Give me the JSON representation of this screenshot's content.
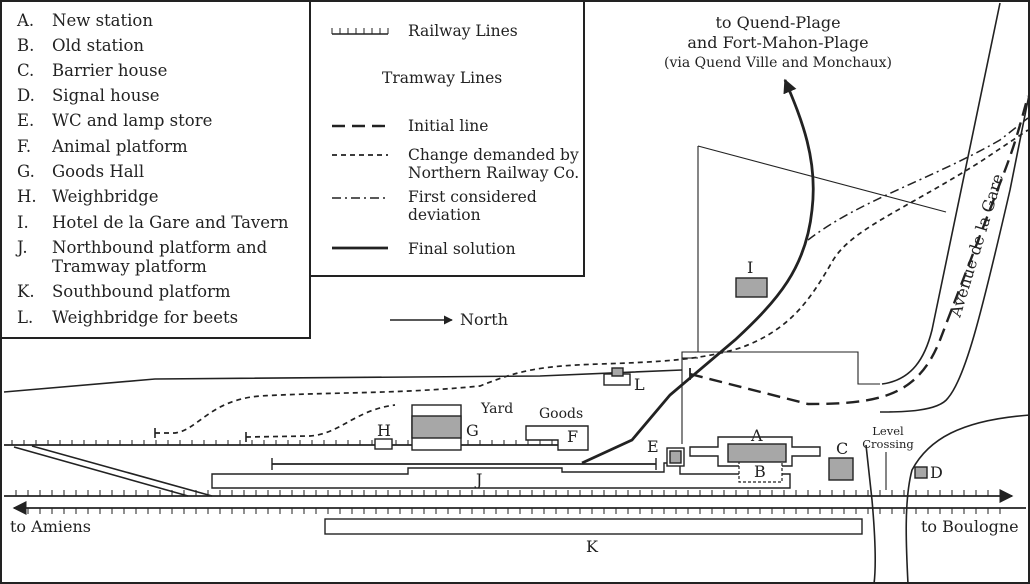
{
  "key": [
    {
      "letter": "A.",
      "text": "New station"
    },
    {
      "letter": "B.",
      "text": "Old station"
    },
    {
      "letter": "C.",
      "text": "Barrier house"
    },
    {
      "letter": "D.",
      "text": "Signal house"
    },
    {
      "letter": "E.",
      "text": "WC and lamp store"
    },
    {
      "letter": "F.",
      "text": "Animal platform"
    },
    {
      "letter": "G.",
      "text": "Goods Hall"
    },
    {
      "letter": "H.",
      "text": "Weighbridge"
    },
    {
      "letter": "I.",
      "text": "Hotel de la Gare and Tavern"
    },
    {
      "letter": "J.",
      "text": "Northbound platform and"
    },
    {
      "letter": "",
      "text": "Tramway platform"
    },
    {
      "letter": "K.",
      "text": "Southbound platform"
    },
    {
      "letter": "L.",
      "text": "Weighbridge for beets"
    }
  ],
  "legend": {
    "railway": "Railway Lines",
    "tramway": "Tramway Lines",
    "initial": "Initial line",
    "change_1": "Change demanded by",
    "change_2": "Northern Railway Co.",
    "deviation_1": "First considered",
    "deviation_2": "deviation",
    "final": "Final solution"
  },
  "north": "North",
  "destinations": {
    "quend_1": "to Quend-Plage",
    "quend_2": "and Fort-Mahon-Plage",
    "quend_3": "(via Quend Ville and Monchaux)",
    "amiens": "to Amiens",
    "boulogne": "to Boulogne"
  },
  "labels": {
    "A": "A",
    "B": "B",
    "C": "C",
    "D": "D",
    "E": "E",
    "F": "F",
    "G": "G",
    "H": "H",
    "I": "I",
    "J": "J",
    "K": "K",
    "L": "L",
    "yard": "Yard",
    "goods": "Goods",
    "level_1": "Level",
    "level_2": "Crossing",
    "avenue": "Avenue de la Gare"
  },
  "colors": {
    "ink": "#222222",
    "building_fill": "#a7a7a7",
    "background": "#ffffff"
  }
}
